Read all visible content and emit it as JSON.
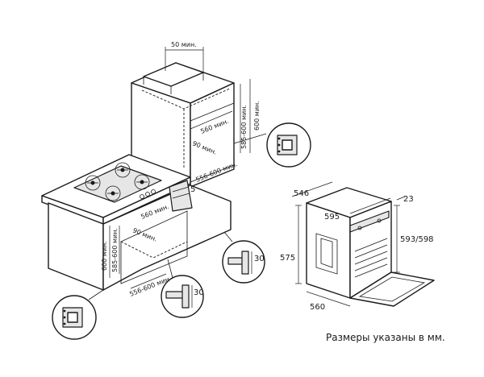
{
  "caption": "Размеры указаны в мм.",
  "cabinet_dims": {
    "top_gap": "50 мин.",
    "upper_depth": "560 мин.",
    "upper_height_a": "585-600 мин.",
    "upper_height_b": "600 мин.",
    "upper_vent": "90 мин.",
    "upper_width": "556-600 мин.",
    "corner_5": "5",
    "lower_depth": "560 мин.",
    "lower_vent": "90 мин.",
    "lower_height_a": "600 мин.",
    "lower_height_b": "585-600 мин.",
    "lower_width": "556-600 мин.",
    "detail_30_right": "30",
    "detail_30_bottom": "30"
  },
  "oven_dims": {
    "depth": "546",
    "front_width": "595",
    "door_thickness": "23",
    "front_height": "593/598",
    "body_height": "575",
    "body_width": "560"
  }
}
